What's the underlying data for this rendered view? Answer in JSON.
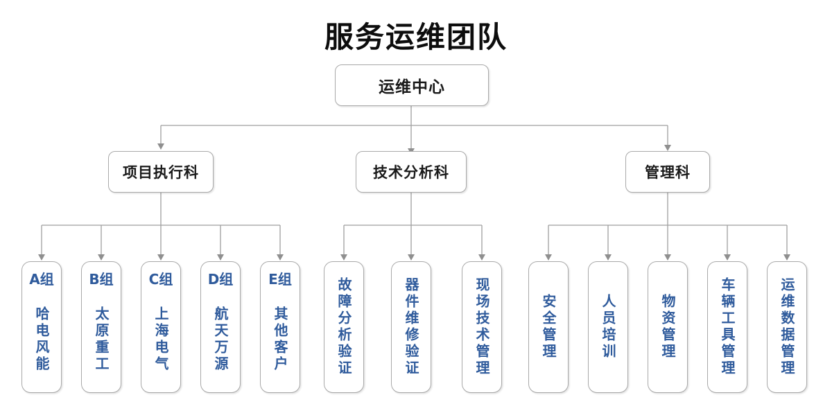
{
  "title": "服务运维团队",
  "colors": {
    "leaf_text": "#2f5b9c",
    "node_text": "#1a1a1a",
    "node_border": "#a9a9a9",
    "connector": "#9e9e9e",
    "background": "#ffffff"
  },
  "root": {
    "label": "运维中心"
  },
  "branches": [
    {
      "label": "项目执行科",
      "children": [
        {
          "group": "A组",
          "name": "哈电风能"
        },
        {
          "group": "B组",
          "name": "太原重工"
        },
        {
          "group": "C组",
          "name": "上海电气"
        },
        {
          "group": "D组",
          "name": "航天万源"
        },
        {
          "group": "E组",
          "name": "其他客户"
        }
      ]
    },
    {
      "label": "技术分析科",
      "children": [
        {
          "name": "故障分析验证"
        },
        {
          "name": "器件维修验证"
        },
        {
          "name": "现场技术管理"
        }
      ]
    },
    {
      "label": "管理科",
      "children": [
        {
          "name": "安全管理"
        },
        {
          "name": "人员培训"
        },
        {
          "name": "物资管理"
        },
        {
          "name": "车辆工具管理"
        },
        {
          "name": "运维数据管理"
        }
      ]
    }
  ]
}
